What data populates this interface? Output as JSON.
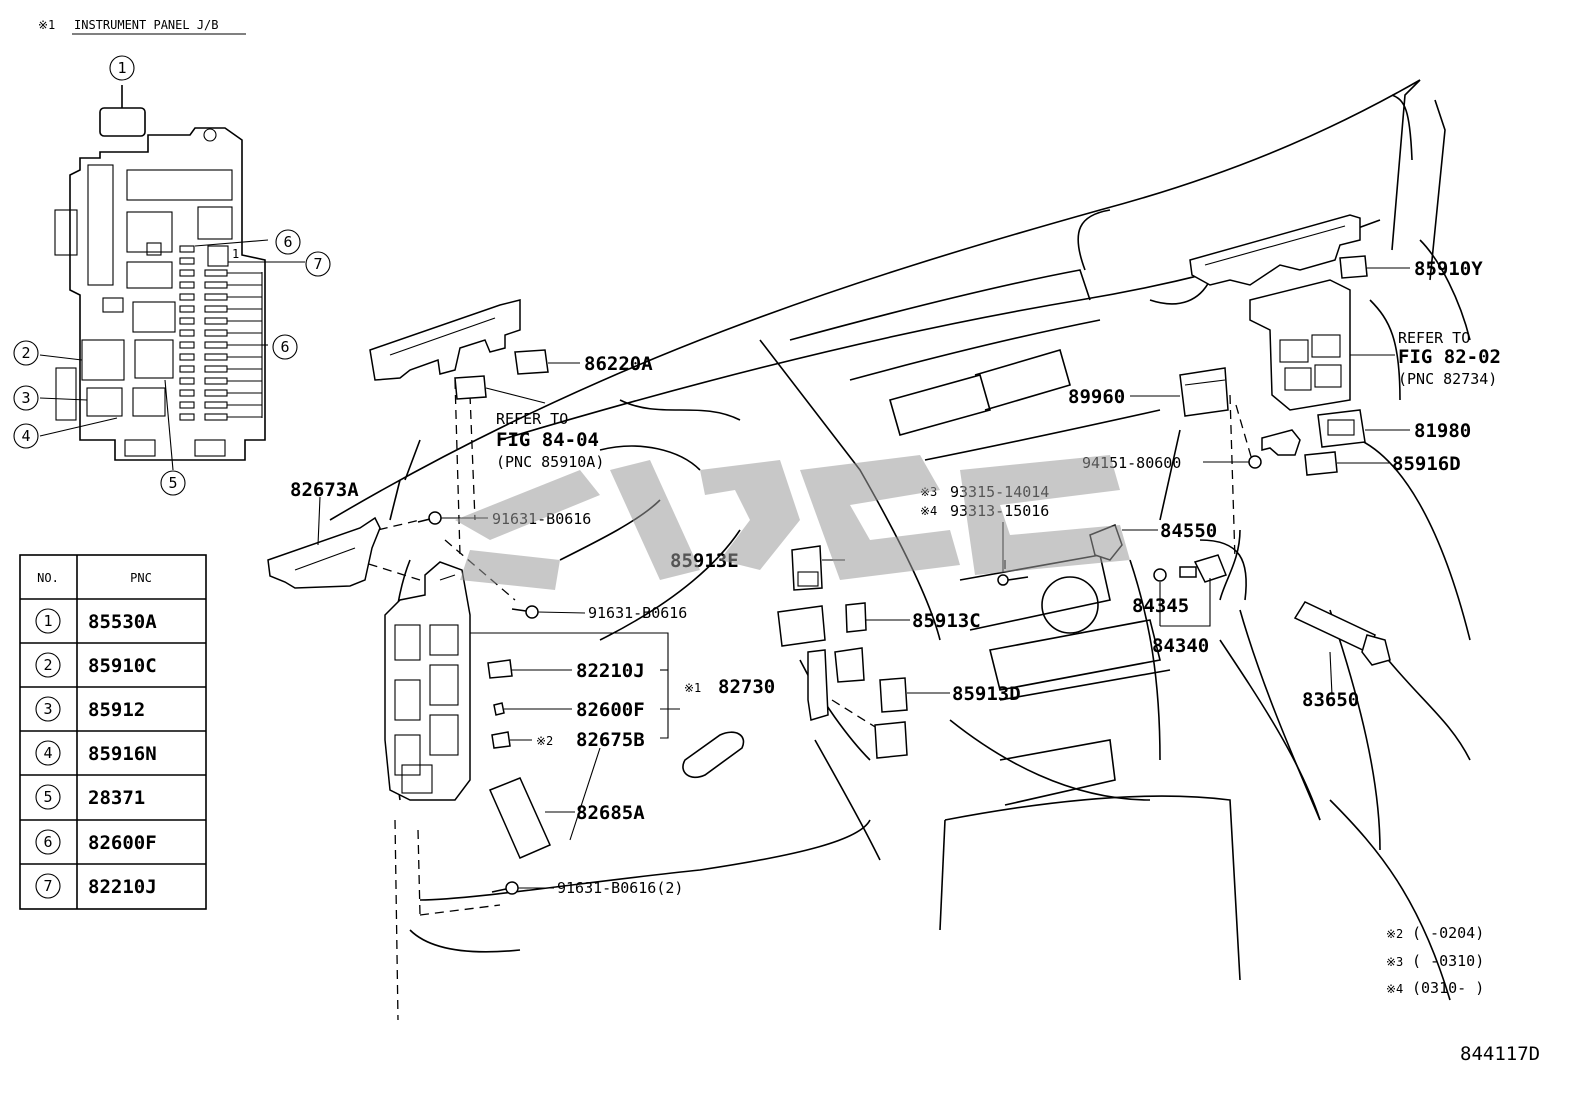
{
  "header": {
    "note_mark": "※1",
    "title": "INSTRUMENT PANEL J/B"
  },
  "inset_callouts": [
    "1",
    "2",
    "3",
    "4",
    "5",
    "6",
    "7",
    "6"
  ],
  "inset_small_label": "1",
  "table": {
    "headers": [
      "NO.",
      "PNC"
    ],
    "rows": [
      {
        "no": "1",
        "pnc": "85530A"
      },
      {
        "no": "2",
        "pnc": "85910C"
      },
      {
        "no": "3",
        "pnc": "85912"
      },
      {
        "no": "4",
        "pnc": "85916N"
      },
      {
        "no": "5",
        "pnc": "28371"
      },
      {
        "no": "6",
        "pnc": "82600F"
      },
      {
        "no": "7",
        "pnc": "82210J"
      }
    ]
  },
  "labels": {
    "p86220A": "86220A",
    "refer1_a": "REFER TO",
    "refer1_b": "FIG  84-04",
    "refer1_c": "(PNC 85910A)",
    "p82673A": "82673A",
    "p91631_1": "91631-B0616",
    "p91631_2": "91631-B0616",
    "p91631_3": "91631-B0616(2)",
    "p82210J": "82210J",
    "p82600F": "82600F",
    "p82675B": "82675B",
    "m2": "※2",
    "p82730_mark": "※1",
    "p82730": "82730",
    "p82685A": "82685A",
    "p85913E": "85913E",
    "p85913C": "85913C",
    "p85913D": "85913D",
    "p93315_mark": "※3",
    "p93315": "93315-14014",
    "p93313_mark": "※4",
    "p93313": "93313-15016",
    "p84550": "84550",
    "p84345": "84345",
    "p84340": "84340",
    "p83650": "83650",
    "p89960": "89960",
    "p94151": "94151-80600",
    "p85916D": "85916D",
    "p81980": "81980",
    "p85910Y": "85910Y",
    "refer2_a": "REFER TO",
    "refer2_b": "FIG  82-02",
    "refer2_c": "(PNC 82734)"
  },
  "notes": [
    {
      "mark": "※2",
      "text": "(      -0204)"
    },
    {
      "mark": "※3",
      "text": "(      -0310)"
    },
    {
      "mark": "※4",
      "text": "(0310-      )"
    }
  ],
  "figure_code": "844117D"
}
